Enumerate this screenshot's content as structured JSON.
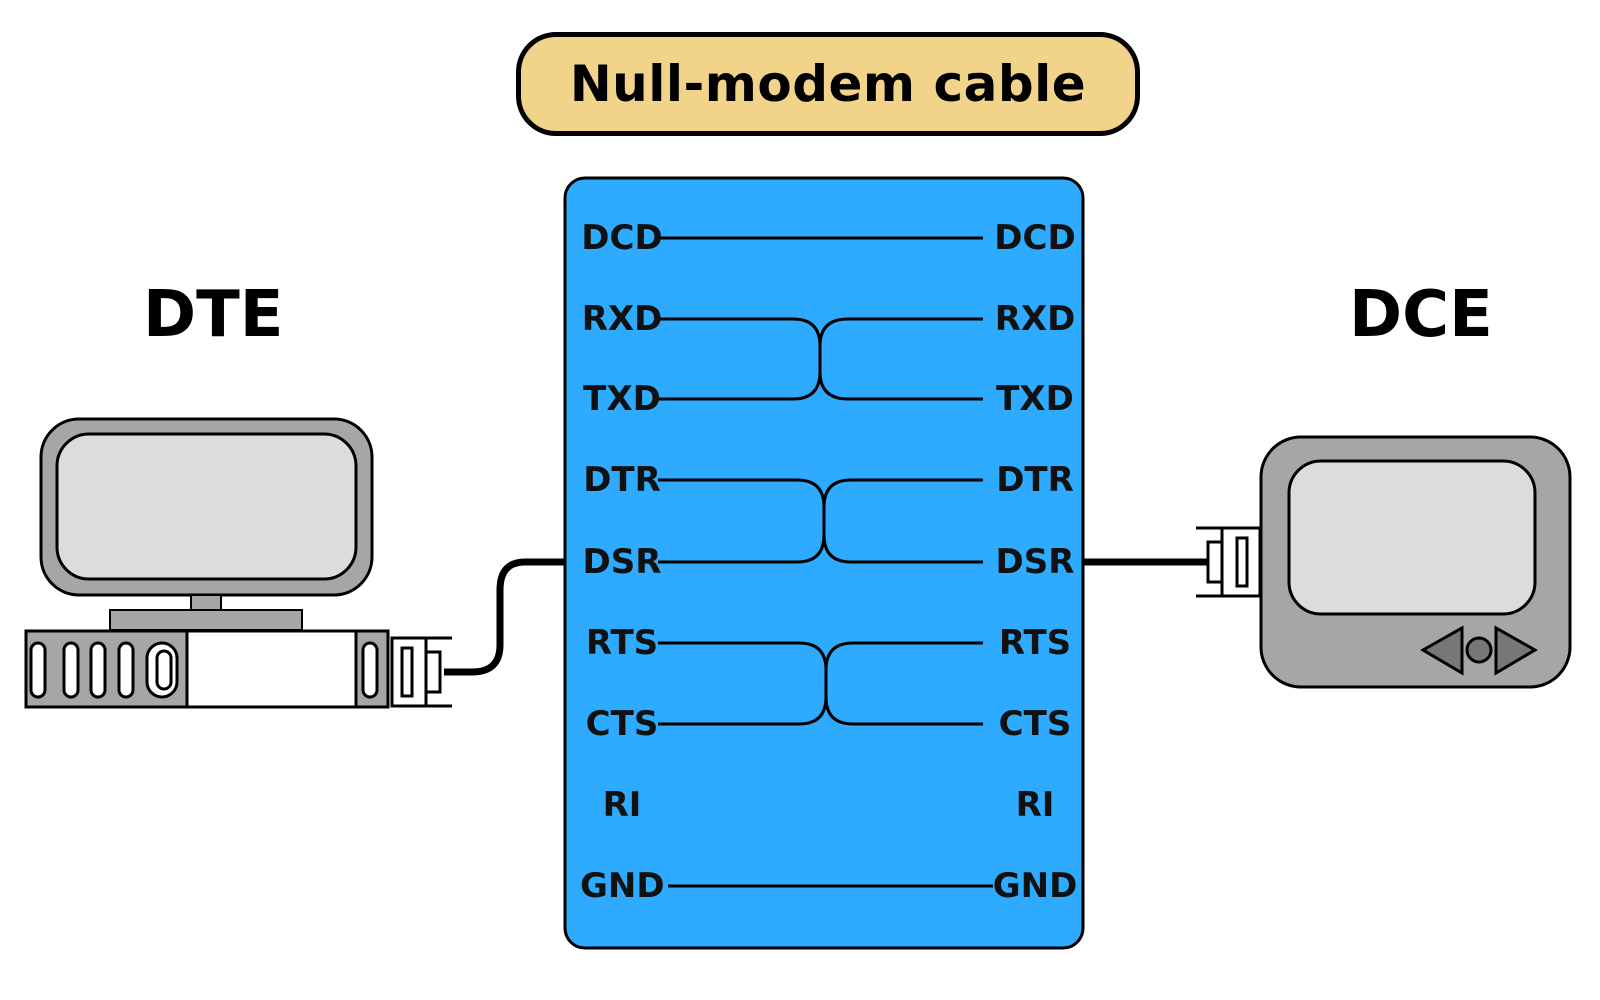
{
  "title": "Null-modem cable",
  "dte_label": "DTE",
  "dce_label": "DCE",
  "colors": {
    "cable_panel": "#2eaaff",
    "title_fill": "#f2d38a",
    "device_body": "#a6a6a6",
    "screen": "#dcdcdc"
  },
  "signals": [
    {
      "left": "DCD",
      "right": "DCD",
      "connects_to": "DCD"
    },
    {
      "left": "RXD",
      "right": "RXD",
      "connects_to": "TXD"
    },
    {
      "left": "TXD",
      "right": "TXD",
      "connects_to": "RXD"
    },
    {
      "left": "DTR",
      "right": "DTR",
      "connects_to": "DSR"
    },
    {
      "left": "DSR",
      "right": "DSR",
      "connects_to": "DTR"
    },
    {
      "left": "RTS",
      "right": "RTS",
      "connects_to": "CTS"
    },
    {
      "left": "CTS",
      "right": "CTS",
      "connects_to": "RTS"
    },
    {
      "left": "RI",
      "right": "RI",
      "connects_to": null
    },
    {
      "left": "GND",
      "right": "GND",
      "connects_to": "GND"
    }
  ]
}
